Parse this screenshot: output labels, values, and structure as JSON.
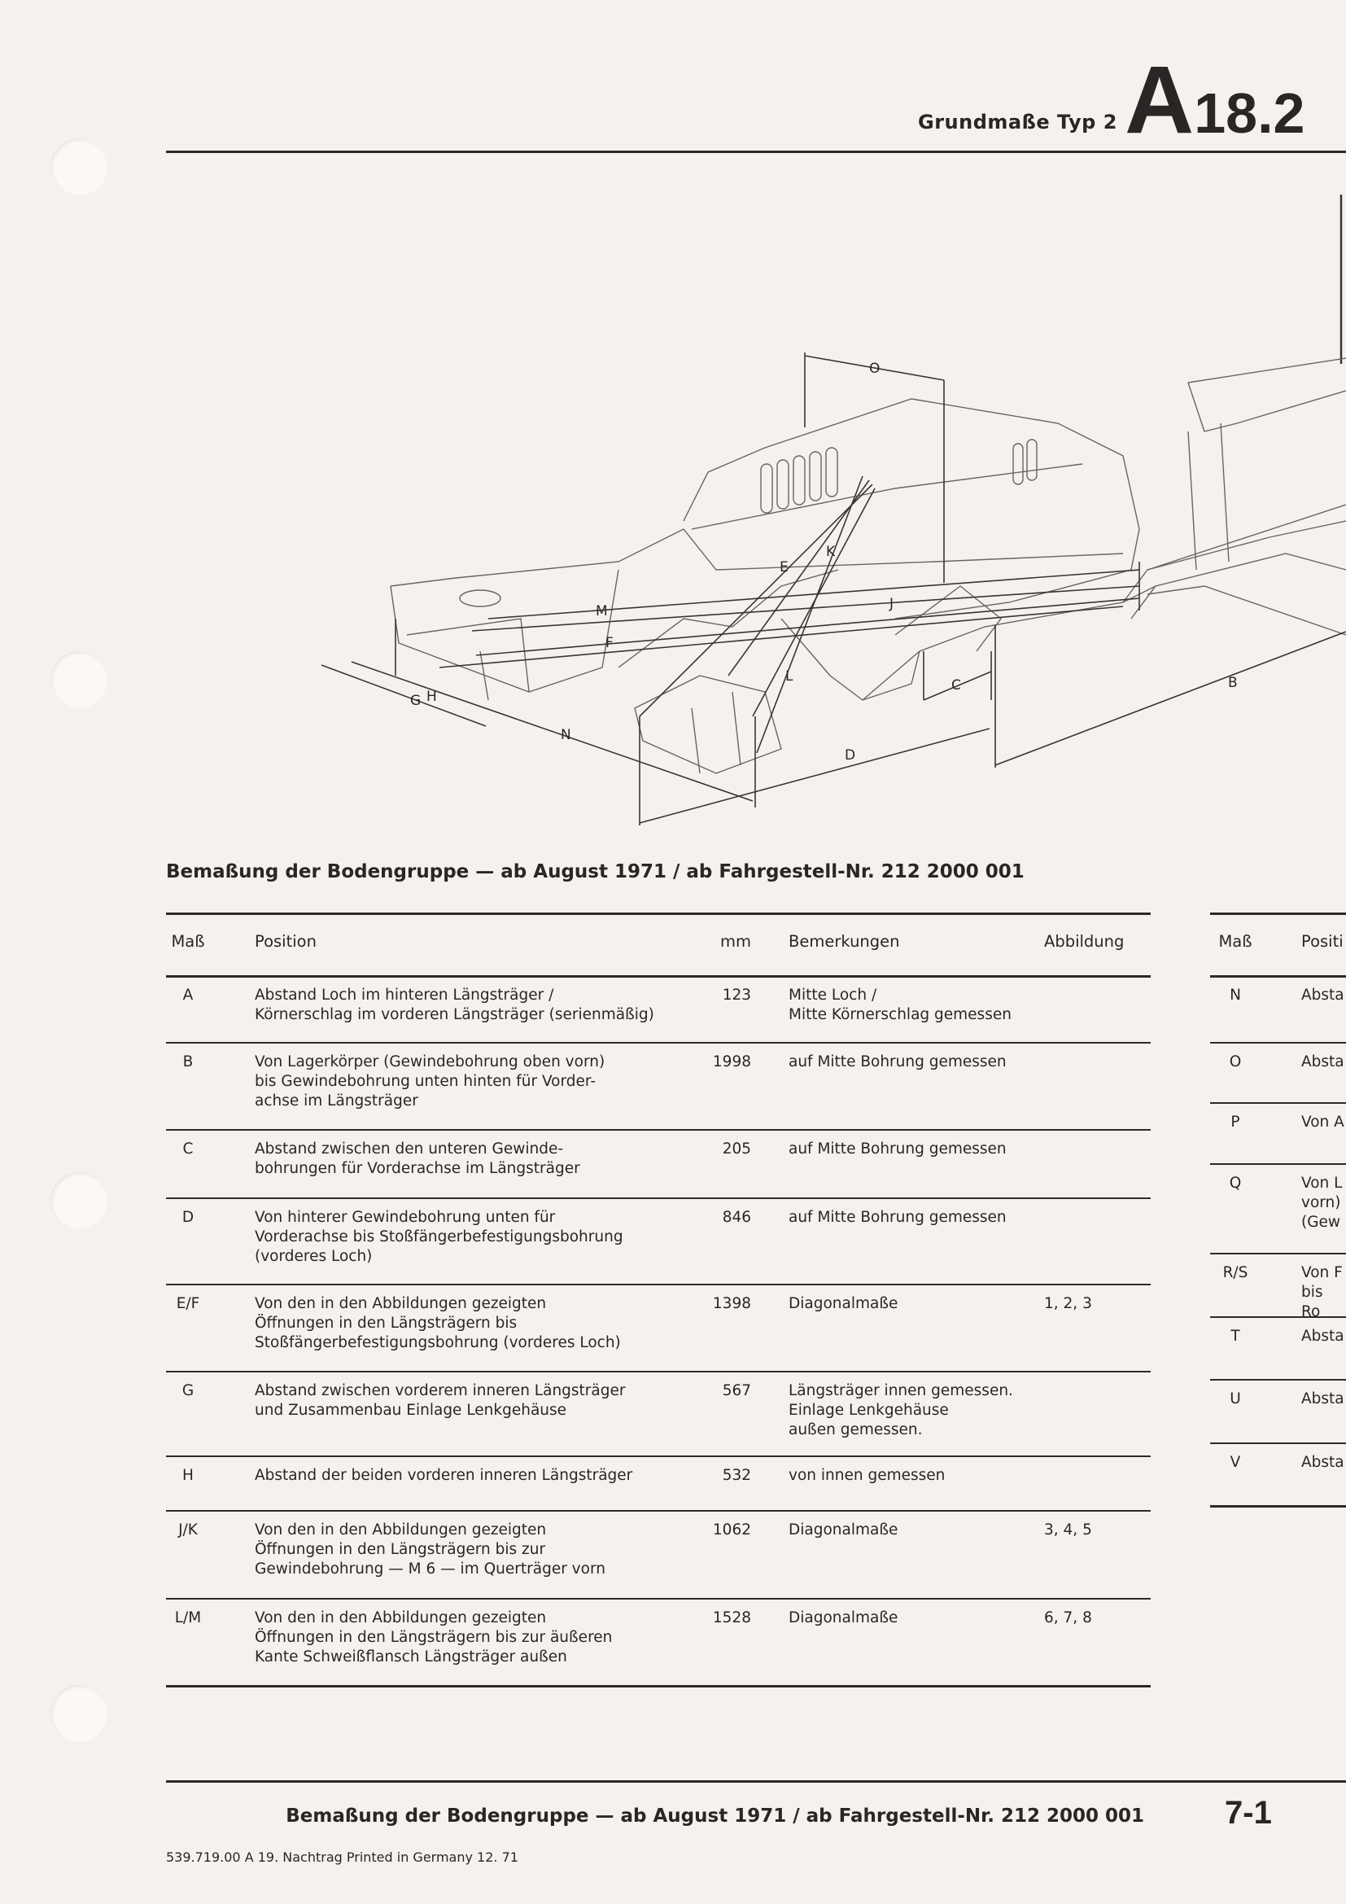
{
  "header": {
    "title": "Grundmaße Typ 2",
    "code_letter": "A",
    "code_number": "18.2"
  },
  "diagram": {
    "labels": {
      "O": "O",
      "E": "E",
      "K": "K",
      "J": "J",
      "M": "M",
      "F": "F",
      "G": "G",
      "H": "H",
      "N": "N",
      "L": "L",
      "C": "C",
      "D": "D",
      "B": "B"
    }
  },
  "caption": "Bemaßung der Bodengruppe — ab August 1971 / ab Fahrgestell-Nr. 212 2000 001",
  "table": {
    "headers": {
      "mass": "Maß",
      "position": "Position",
      "mm": "mm",
      "remarks": "Bemerkungen",
      "figure": "Abbildung"
    },
    "rows": [
      {
        "mass": "A",
        "position": "Abstand Loch im hinteren Längsträger /\nKörnerschlag im vorderen Längsträger (serienmäßig)",
        "mm": "123",
        "remarks": "Mitte Loch /\nMitte Körnerschlag gemessen",
        "figure": ""
      },
      {
        "mass": "B",
        "position": "Von Lagerkörper (Gewindebohrung oben vorn)\nbis Gewindebohrung unten hinten für Vorder-\nachse im Längsträger",
        "mm": "1998",
        "remarks": "auf Mitte Bohrung gemessen",
        "figure": ""
      },
      {
        "mass": "C",
        "position": "Abstand zwischen den unteren Gewinde-\nbohrungen für Vorderachse im Längsträger",
        "mm": "205",
        "remarks": "auf Mitte Bohrung gemessen",
        "figure": ""
      },
      {
        "mass": "D",
        "position": "Von hinterer Gewindebohrung unten für\nVorderachse bis Stoßfängerbefestigungsbohrung\n(vorderes Loch)",
        "mm": "846",
        "remarks": "auf Mitte Bohrung gemessen",
        "figure": ""
      },
      {
        "mass": "E/F",
        "position": "Von den in den Abbildungen gezeigten\nÖffnungen in den Längsträgern bis\nStoßfängerbefestigungsbohrung (vorderes Loch)",
        "mm": "1398",
        "remarks": "Diagonalmaße",
        "figure": "1, 2, 3"
      },
      {
        "mass": "G",
        "position": "Abstand zwischen vorderem inneren Längsträger\nund Zusammenbau Einlage Lenkgehäuse",
        "mm": "567",
        "remarks": "Längsträger innen gemessen.\nEinlage Lenkgehäuse\naußen gemessen.",
        "figure": ""
      },
      {
        "mass": "H",
        "position": "Abstand der beiden vorderen inneren Längsträger",
        "mm": "532",
        "remarks": "von innen gemessen",
        "figure": ""
      },
      {
        "mass": "J/K",
        "position": "Von den in den Abbildungen gezeigten\nÖffnungen in den Längsträgern bis zur\nGewindebohrung — M 6 — im Querträger vorn",
        "mm": "1062",
        "remarks": "Diagonalmaße",
        "figure": "3, 4, 5"
      },
      {
        "mass": "L/M",
        "position": "Von den in den Abbildungen gezeigten\nÖffnungen in den Längsträgern bis zur äußeren\nKante Schweißflansch Längsträger außen",
        "mm": "1528",
        "remarks": "Diagonalmaße",
        "figure": "6, 7, 8"
      }
    ]
  },
  "right_table": {
    "headers": {
      "mass": "Maß",
      "position": "Positi"
    },
    "rows": [
      {
        "mass": "N",
        "position": "Absta"
      },
      {
        "mass": "O",
        "position": "Absta"
      },
      {
        "mass": "P",
        "position": "Von A"
      },
      {
        "mass": "Q",
        "position": "Von L\nvorn)\n(Gew"
      },
      {
        "mass": "R/S",
        "position": "Von F\nbis Ro"
      },
      {
        "mass": "T",
        "position": "Absta"
      },
      {
        "mass": "U",
        "position": "Absta"
      },
      {
        "mass": "V",
        "position": "Absta"
      }
    ]
  },
  "footer": {
    "title": "Bemaßung der Bodengruppe — ab August 1971 / ab Fahrgestell-Nr. 212 2000 001",
    "page": "7-1",
    "print_info": "539.719.00  A  19. Nachtrag  Printed in Germany  12. 71"
  }
}
